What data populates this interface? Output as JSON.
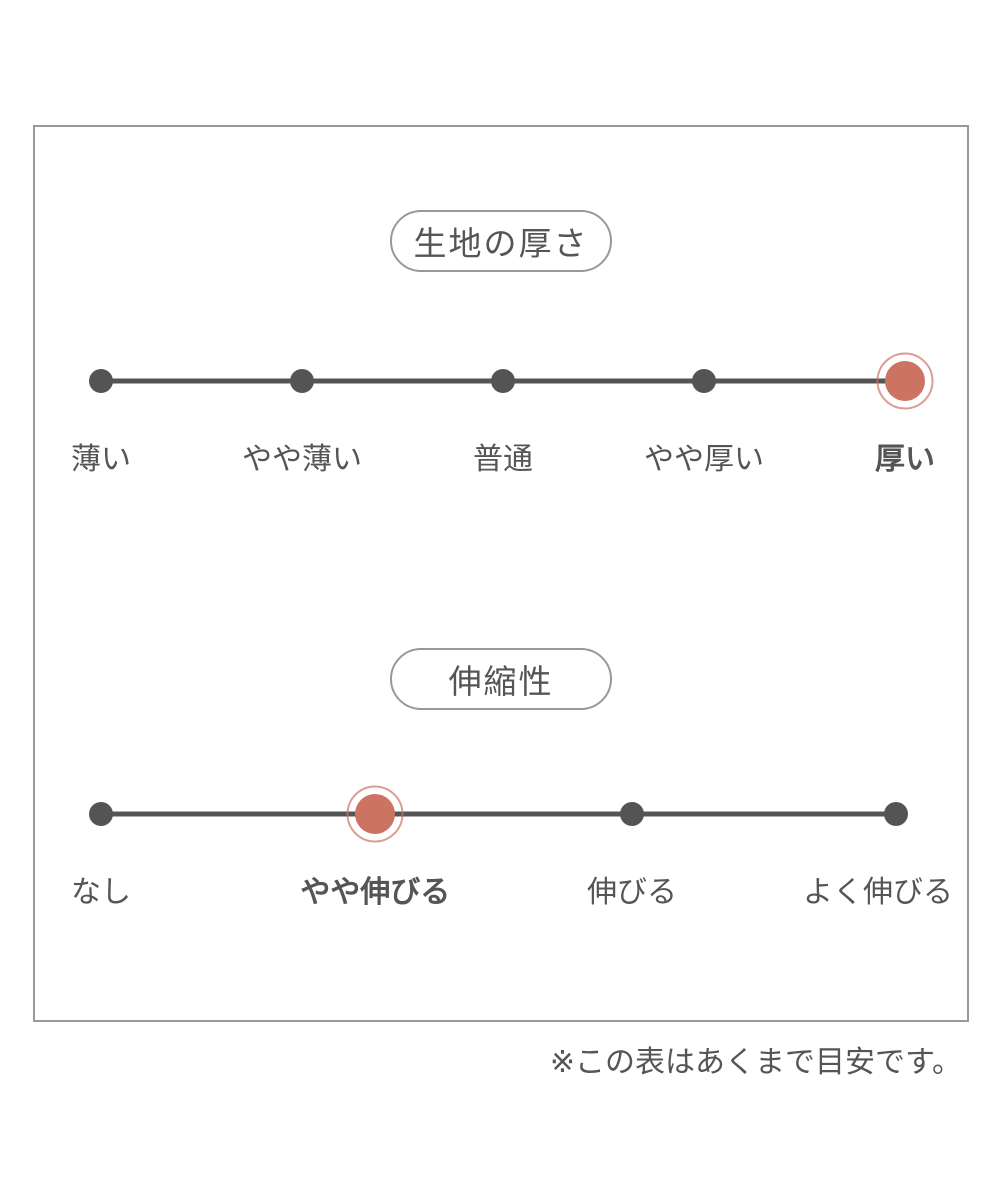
{
  "panel": {
    "sections": [
      {
        "title": "生地の厚さ",
        "levels": [
          "薄い",
          "やや薄い",
          "普通",
          "やや厚い",
          "厚い"
        ],
        "selected_index": 4,
        "selected_level": "厚い"
      },
      {
        "title": "伸縮性",
        "levels": [
          "なし",
          "やや伸びる",
          "伸びる",
          "よく伸びる"
        ],
        "selected_index": 1,
        "selected_level": "やや伸びる"
      }
    ]
  },
  "footnote": "※この表はあくまで目安です。",
  "colors": {
    "accent": "#cd7362",
    "accent_ring": "rgba(205,115,98,0.7)",
    "track": "#545454",
    "text": "#555555",
    "panel_border": "#999999"
  },
  "chart_data": [
    {
      "type": "line",
      "title": "生地の厚さ",
      "categories": [
        "薄い",
        "やや薄い",
        "普通",
        "やや厚い",
        "厚い"
      ],
      "selected": "厚い",
      "selected_index": 4,
      "legend_position": "none",
      "grid": false
    },
    {
      "type": "line",
      "title": "伸縮性",
      "categories": [
        "なし",
        "やや伸びる",
        "伸びる",
        "よく伸びる"
      ],
      "selected": "やや伸びる",
      "selected_index": 1,
      "legend_position": "none",
      "grid": false
    }
  ]
}
